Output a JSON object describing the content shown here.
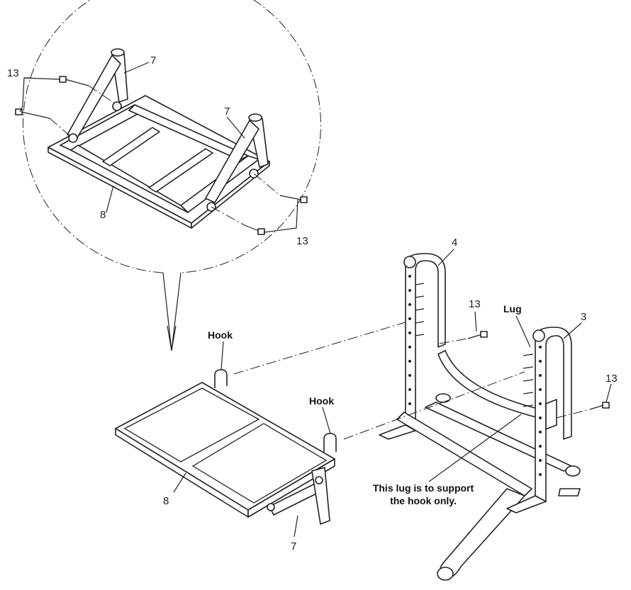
{
  "labels": {
    "part_13_a": "13",
    "part_7_a": "7",
    "part_7_b": "7",
    "part_8_a": "8",
    "part_13_b": "13",
    "part_4": "4",
    "part_13_c": "13",
    "lug": "Lug",
    "part_3": "3",
    "hook_a": "Hook",
    "hook_b": "Hook",
    "part_13_d": "13",
    "part_8_b": "8",
    "part_7_c": "7",
    "note_line1": "This lug is to support",
    "note_line2": "the hook only."
  }
}
